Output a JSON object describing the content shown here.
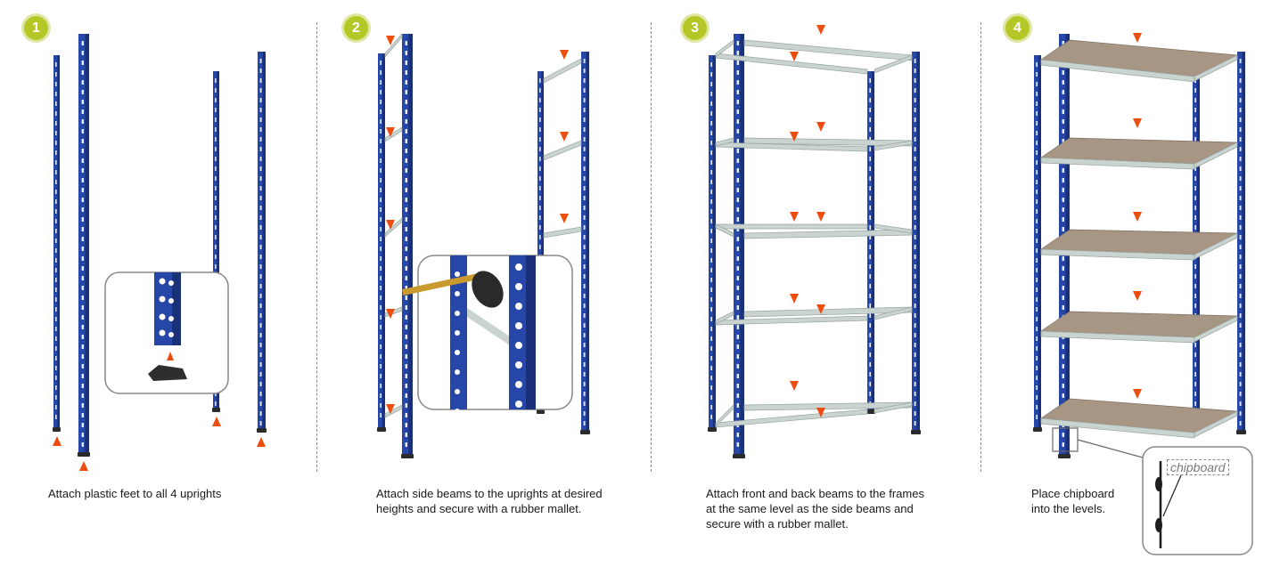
{
  "steps": [
    {
      "number": "1",
      "caption_lines": [
        "Attach plastic feet to all 4 uprights"
      ]
    },
    {
      "number": "2",
      "caption_lines": [
        "Attach side beams to the uprights at desired",
        "heights and secure with a rubber mallet."
      ]
    },
    {
      "number": "3",
      "caption_lines": [
        "Attach front and back beams to the frames",
        "at the same level as the side beams and",
        "secure with a rubber mallet."
      ]
    },
    {
      "number": "4",
      "caption_lines": [
        "Place chipboard",
        "into the levels."
      ]
    }
  ],
  "chipboard_label": "chipboard",
  "colors": {
    "upright_blue": "#2647a8",
    "upright_dark": "#1a3178",
    "beam": "#c9d3cf",
    "beam_dark": "#9aa5a1",
    "board": "#a89684",
    "arrow": "#ee4d10",
    "badge": "#b5c727",
    "foot": "#2b2b2b"
  }
}
